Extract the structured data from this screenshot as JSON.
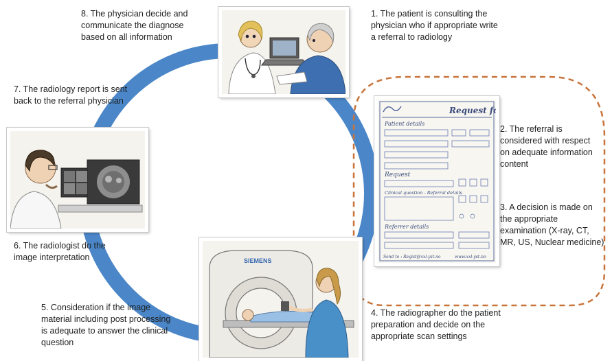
{
  "colors": {
    "cycle": "#4a86c8",
    "dashed": "#c8733a"
  },
  "steps": {
    "s1": [
      "1. The patient is consulting the",
      "physician who if appropriate write",
      "a referral to radiology"
    ],
    "s2": [
      "2. The referral is",
      "considered with respect",
      "on adequate information",
      "content"
    ],
    "s3": [
      "3. A decision is made on",
      "the appropriate",
      "examination (X-ray, CT,",
      "MR, US, Nuclear medicine)"
    ],
    "s4": [
      "4. The radiographer do the patient",
      "preparation and decide on the",
      "appropriate scan settings"
    ],
    "s5": [
      "5. Consideration if the image",
      "material including post processing",
      "is adequate to answer the clinical",
      "question"
    ],
    "s6": [
      "6. The radiologist do the",
      "image interpretation"
    ],
    "s7": [
      "7. The radiology report is sent",
      "back to the referral physician"
    ],
    "s8": [
      "8. The physician decide and",
      "communicate the diagnose",
      "based on all information"
    ]
  },
  "request_form": {
    "title": "Request form",
    "patient_details": "Patient details",
    "request": "Request",
    "clinical_question": "Clinical question - Referral details",
    "referrer_details": "Referrer details",
    "send_to": "Send to : Regist@xxl-yst.no",
    "website": "www.xxl-yst.no"
  },
  "scanner_label": "SIEMENS"
}
